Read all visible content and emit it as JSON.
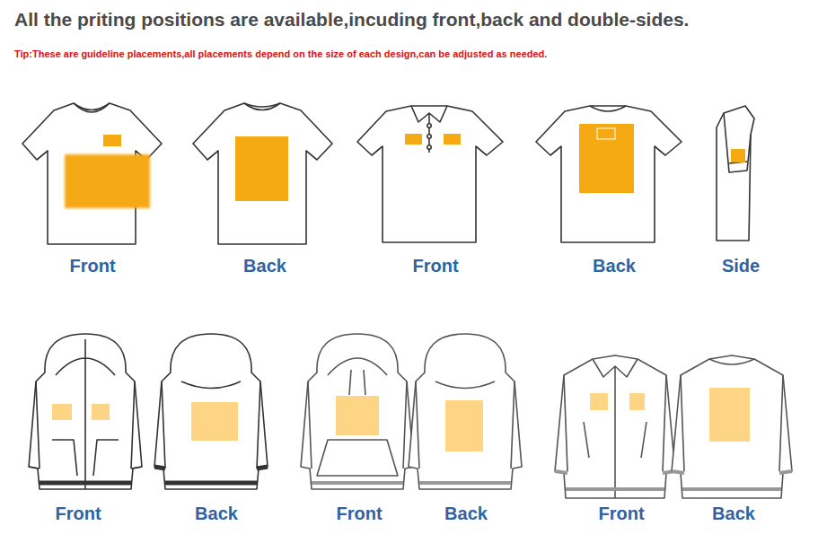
{
  "diagram": {
    "title": "All the priting positions are available,incuding front,back and double-sides.",
    "labels": [
      "Tip:These are guideline placements,all placements depend on the size of each design,can be adjusted as needed.",
      "Front",
      "Back",
      "Front",
      "Back",
      "Side",
      "Front",
      "Back",
      "Front",
      "Back",
      "Front",
      "Back"
    ]
  }
}
